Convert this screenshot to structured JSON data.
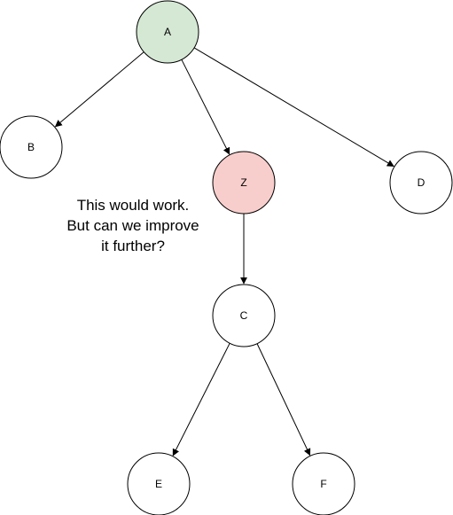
{
  "diagram": {
    "nodes": [
      {
        "id": "A",
        "label": "A",
        "fill": "#d5e8d4"
      },
      {
        "id": "B",
        "label": "B",
        "fill": "#ffffff"
      },
      {
        "id": "Z",
        "label": "Z",
        "fill": "#f8cecc"
      },
      {
        "id": "D",
        "label": "D",
        "fill": "#ffffff"
      },
      {
        "id": "C",
        "label": "C",
        "fill": "#ffffff"
      },
      {
        "id": "E",
        "label": "E",
        "fill": "#ffffff"
      },
      {
        "id": "F",
        "label": "F",
        "fill": "#ffffff"
      }
    ],
    "edges": [
      {
        "from": "A",
        "to": "B"
      },
      {
        "from": "A",
        "to": "Z"
      },
      {
        "from": "A",
        "to": "D"
      },
      {
        "from": "Z",
        "to": "C"
      },
      {
        "from": "C",
        "to": "E"
      },
      {
        "from": "C",
        "to": "F"
      }
    ],
    "note": {
      "line1": "This would work.",
      "line2": "But can we improve",
      "line3": "it further?"
    },
    "colors": {
      "stroke": "#000000",
      "root_fill": "#d5e8d4",
      "inserted_fill": "#f8cecc",
      "default_fill": "#ffffff"
    }
  }
}
